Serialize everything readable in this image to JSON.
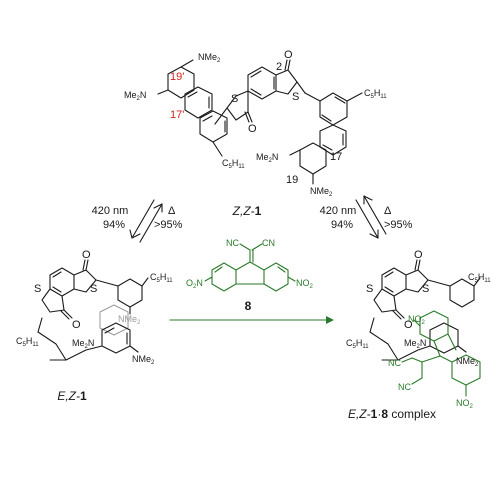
{
  "top": {
    "name_prefix": "Z,Z-",
    "name_num": "1",
    "atoms": {
      "s1": "S",
      "s2": "S",
      "o1": "O",
      "o2": "O",
      "nme2_tl": "NMe",
      "nme2_sub": "2",
      "me2n_l": "Me",
      "me2n_l2": "N",
      "c5h11_r": "C",
      "c5h11_r_sub": "5",
      "c5h11_r_h": "H",
      "c5h11_r_sub2": "11",
      "c5h11_b": "C",
      "c5h11_b_sub": "5",
      "c5h11_b_h": "H",
      "c5h11_b_sub2": "11",
      "me2n_br": "Me",
      "me2n_br2": "N",
      "nme2_br": "NMe",
      "nme2_br_sub": "2"
    },
    "numbers": {
      "n2": "2",
      "n17": "17",
      "n19": "19",
      "n19p": "19'",
      "n17p": "17'"
    }
  },
  "left_arrow": {
    "light": "420 nm",
    "pct_light": "94%",
    "heat": "Δ",
    "pct_heat": ">95%"
  },
  "right_arrow": {
    "light": "420 nm",
    "pct_light": "94%",
    "heat": "Δ",
    "pct_heat": ">95%"
  },
  "reagent": {
    "cn1": "NC",
    "cn2": "CN",
    "no2_l": "O",
    "no2_l_sub": "2",
    "no2_l_n": "N",
    "no2_r": "NO",
    "no2_r_sub": "2",
    "num": "8"
  },
  "bottom_left": {
    "name_prefix": "E,Z-",
    "name_num": "1",
    "atoms": {
      "s1": "S",
      "s2": "S",
      "o1": "O",
      "o2": "O",
      "c5h11_r": "C",
      "c5h11_r_sub": "5",
      "c5h11_r_h": "H",
      "c5h11_r_sub2": "11",
      "c5h11_l": "C",
      "c5h11_l_sub": "5",
      "c5h11_l_h": "H",
      "c5h11_l_sub2": "11",
      "me2n": "Me",
      "me2n2": "N",
      "nme2": "NMe",
      "nme2_sub": "2",
      "nme2_grey": "NMe",
      "nme2_grey_sub": "2"
    }
  },
  "bottom_right": {
    "name_prefix": "E,Z-",
    "name_num": "1",
    "name_dot": "·",
    "name_num2": "8",
    "name_suffix": " complex",
    "atoms": {
      "s1": "S",
      "s2": "S",
      "o1": "O",
      "o2": "O",
      "c5h11_r": "C",
      "c5h11_r_sub": "5",
      "c5h11_r_h": "H",
      "c5h11_r_sub2": "11",
      "c5h11_l": "C",
      "c5h11_l_sub": "5",
      "c5h11_l_h": "H",
      "c5h11_l_sub2": "11",
      "me2n": "Me",
      "me2n2": "N",
      "nme2": "NMe",
      "nme2_sub": "2",
      "no2_top": "NO",
      "no2_top_sub": "2",
      "no2_bot": "NO",
      "no2_bot_sub": "2",
      "nc": "NC",
      "cn": "NC"
    }
  },
  "colors": {
    "black": "#1a1a1a",
    "red": "#d42020",
    "green": "#2a7a2a",
    "grey": "#9a9a9a"
  }
}
